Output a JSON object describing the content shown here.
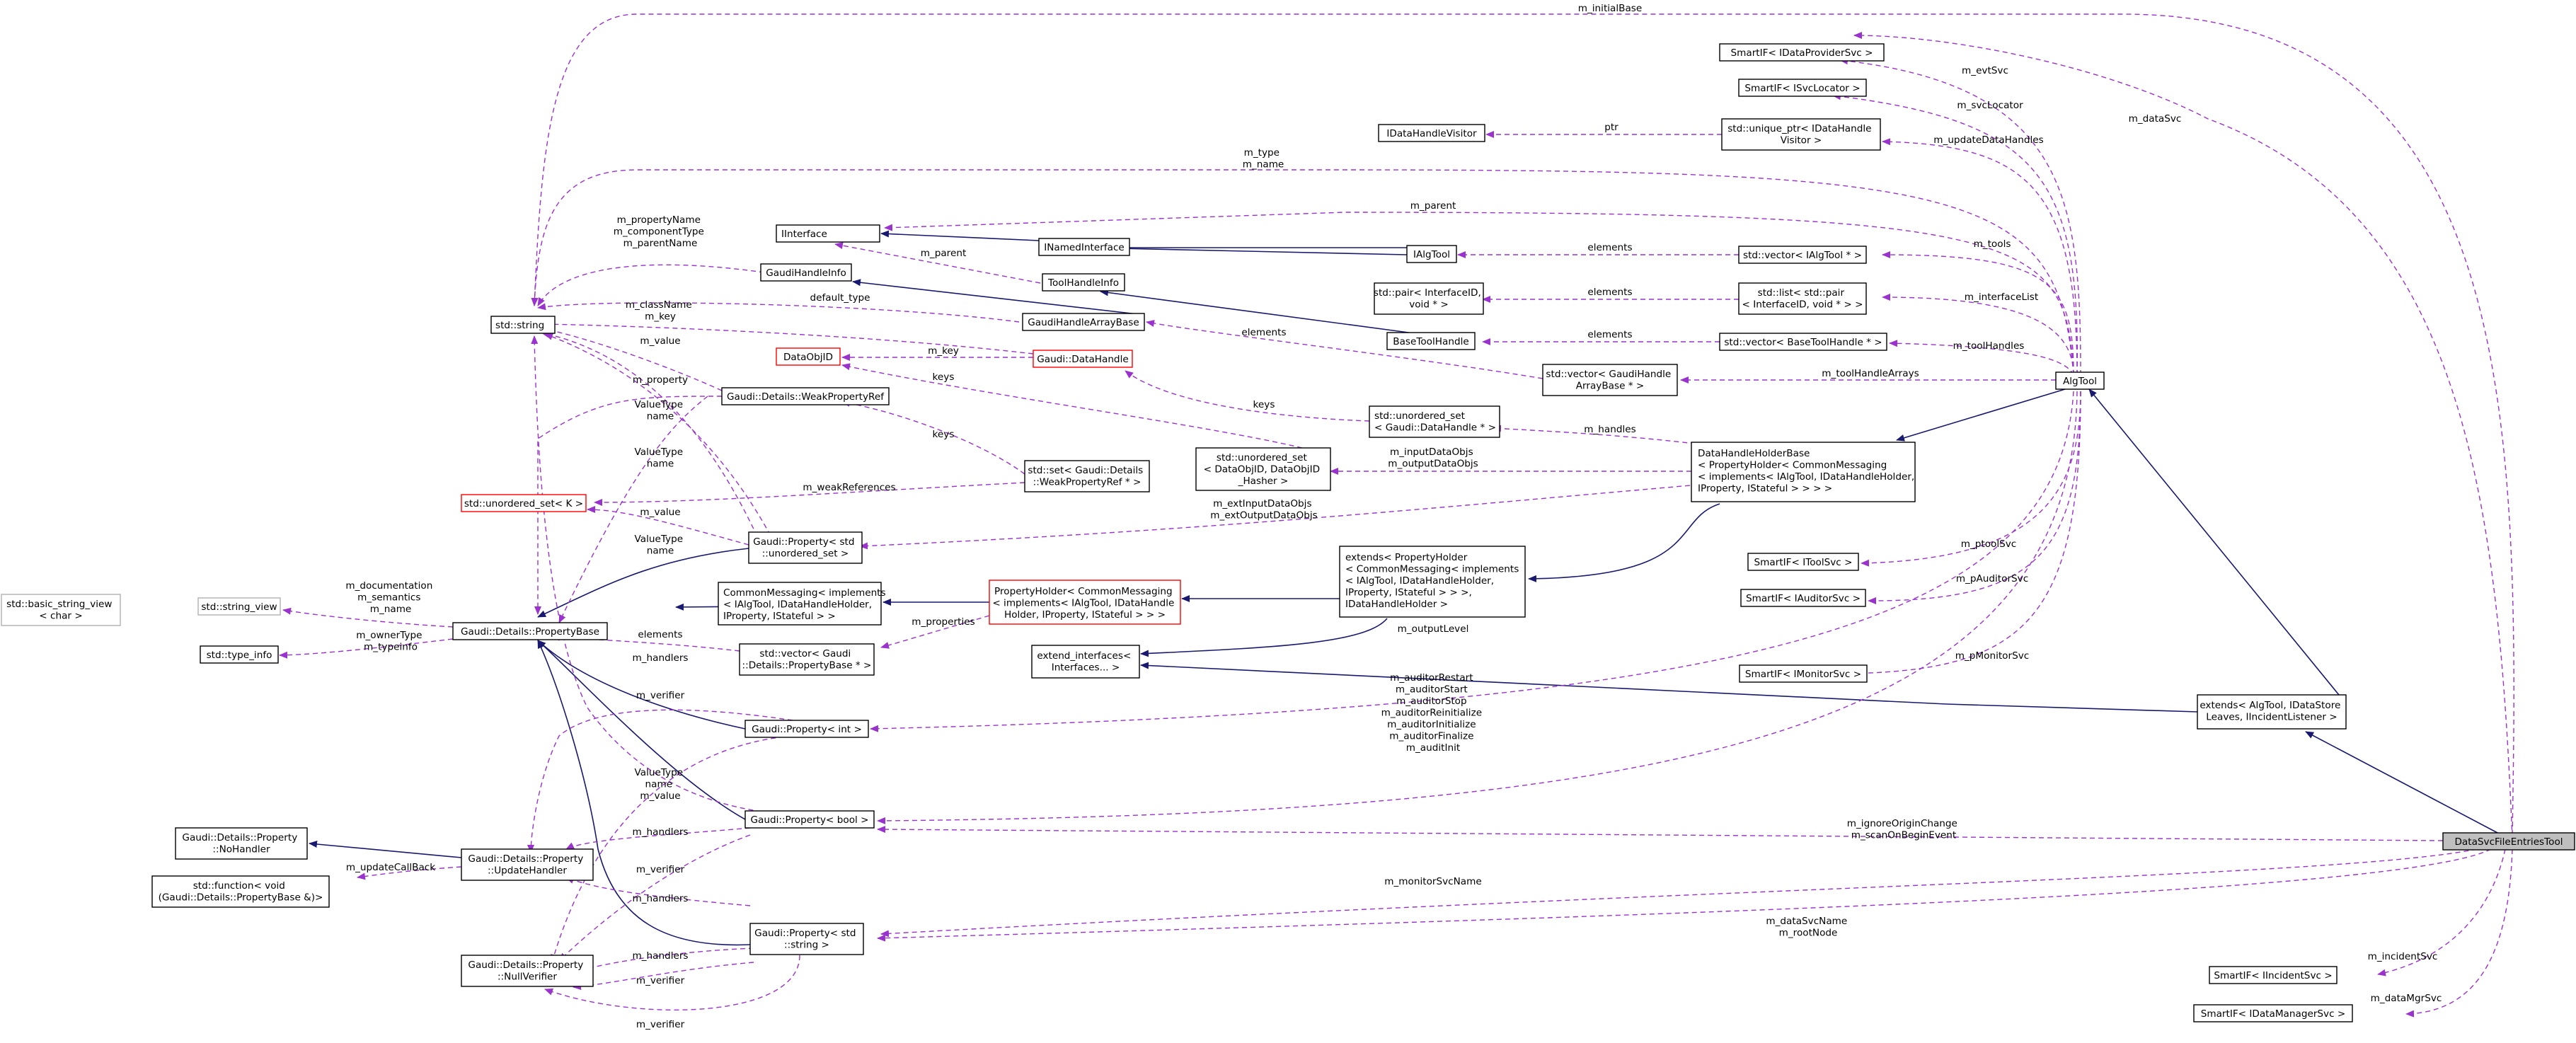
{
  "diagram": {
    "nodes": {
      "DataSvcFileEntriesTool": [
        "DataSvcFileEntriesTool"
      ],
      "extends_AlgTool": [
        "extends< AlgTool, IDataStore",
        "Leaves, IIncidentListener >"
      ],
      "AlgTool": [
        "AlgTool"
      ],
      "DataHandleHolderBase": [
        "DataHandleHolderBase",
        "< PropertyHolder< CommonMessaging",
        "< implements< IAlgTool, IDataHandleHolder,",
        "IProperty, IStateful > > > >"
      ],
      "extends_PropertyHolder": [
        "extends< PropertyHolder",
        "< CommonMessaging< implements",
        "< IAlgTool, IDataHandleHolder,",
        "IProperty, IStateful > > >,",
        "IDataHandleHolder >"
      ],
      "PropertyHolder": [
        "PropertyHolder< CommonMessaging",
        "< implements< IAlgTool, IDataHandle",
        "Holder, IProperty, IStateful > > >"
      ],
      "CommonMessaging": [
        "CommonMessaging< implements",
        "< IAlgTool, IDataHandleHolder,",
        "IProperty, IStateful > >"
      ],
      "extend_interfaces": [
        "extend_interfaces<",
        "Interfaces... >"
      ],
      "IAlgTool": [
        "IAlgTool"
      ],
      "INamedInterface": [
        "INamedInterface"
      ],
      "IInterface": [
        "IInterface"
      ],
      "std_string": [
        "std::string"
      ],
      "GaudiHandleInfo": [
        "GaudiHandleInfo"
      ],
      "ToolHandleInfo": [
        "ToolHandleInfo"
      ],
      "GaudiHandleArrayBase": [
        "GaudiHandleArrayBase"
      ],
      "BaseToolHandle": [
        "BaseToolHandle"
      ],
      "DataObjID": [
        "DataObjID"
      ],
      "Gaudi_DataHandle": [
        "Gaudi::DataHandle"
      ],
      "WeakPropertyRef": [
        "Gaudi::Details::WeakPropertyRef"
      ],
      "unordered_set_K": [
        "std::unordered_set< K >"
      ],
      "basic_string_view": [
        "std::basic_string_view",
        "< char >"
      ],
      "string_view": [
        "std::string_view"
      ],
      "type_info": [
        "std::type_info"
      ],
      "PropertyBase": [
        "Gaudi::Details::PropertyBase"
      ],
      "Property_unordered_set": [
        "Gaudi::Property< std",
        "::unordered_set >"
      ],
      "vector_PropertyBase": [
        "std::vector< Gaudi",
        "::Details::PropertyBase * >"
      ],
      "Property_int": [
        "Gaudi::Property< int >"
      ],
      "Property_bool": [
        "Gaudi::Property< bool >"
      ],
      "Property_string": [
        "Gaudi::Property< std",
        "::string >"
      ],
      "NoHandler": [
        "Gaudi::Details::Property",
        "::NoHandler"
      ],
      "function_void": [
        "std::function< void",
        "(Gaudi::Details::PropertyBase &)>"
      ],
      "UpdateHandler": [
        "Gaudi::Details::Property",
        "::UpdateHandler"
      ],
      "NullVerifier": [
        "Gaudi::Details::Property",
        "::NullVerifier"
      ],
      "set_WeakPropertyRef": [
        "std::set< Gaudi::Details",
        "::WeakPropertyRef * >"
      ],
      "unordered_set_DataObjID": [
        "std::unordered_set",
        "< DataObjID, DataObjID",
        "_Hasher >"
      ],
      "unordered_set_DataHandle": [
        "std::unordered_set",
        "< Gaudi::DataHandle * >"
      ],
      "vector_GaudiHandleArrayBase": [
        "std::vector< GaudiHandle",
        "ArrayBase * >"
      ],
      "vector_BaseToolHandle": [
        "std::vector< BaseToolHandle * >"
      ],
      "list_pair": [
        "std::list< std::pair",
        "< InterfaceID, void * > >"
      ],
      "pair_InterfaceID": [
        "std::pair< InterfaceID,",
        "void * >"
      ],
      "vector_IAlgTool": [
        "std::vector< IAlgTool * >"
      ],
      "IDataHandleVisitor": [
        "IDataHandleVisitor"
      ],
      "unique_ptr": [
        "std::unique_ptr< IDataHandle",
        "Visitor >"
      ],
      "SmartIF_ISvcLocator": [
        "SmartIF< ISvcLocator >"
      ],
      "SmartIF_IDataProviderSvc": [
        "SmartIF< IDataProviderSvc >"
      ],
      "SmartIF_IToolSvc": [
        "SmartIF< IToolSvc >"
      ],
      "SmartIF_IAuditorSvc": [
        "SmartIF< IAuditorSvc >"
      ],
      "SmartIF_IMonitorSvc": [
        "SmartIF< IMonitorSvc >"
      ],
      "SmartIF_IIncidentSvc": [
        "SmartIF< IIncidentSvc >"
      ],
      "SmartIF_IDataManagerSvc": [
        "SmartIF< IDataManagerSvc >"
      ]
    },
    "edge_labels": {
      "m_initialBase": [
        "m_initialBase"
      ],
      "m_dataSvc": [
        "m_dataSvc"
      ],
      "m_evtSvc": [
        "m_evtSvc"
      ],
      "m_svcLocator": [
        "m_svcLocator"
      ],
      "ptr": [
        "ptr"
      ],
      "m_updateDataHandles": [
        "m_updateDataHandles"
      ],
      "m_type_name": [
        "m_type",
        "m_name"
      ],
      "m_parent": [
        "m_parent"
      ],
      "m_tools": [
        "m_tools"
      ],
      "elements_tools": [
        "elements"
      ],
      "m_propertyName": [
        "m_propertyName",
        "m_componentType",
        "m_parentName"
      ],
      "m_parent_ti": [
        "m_parent"
      ],
      "default_type": [
        "default_type"
      ],
      "elements_pair": [
        "elements"
      ],
      "m_interfaceList": [
        "m_interfaceList"
      ],
      "m_className_key": [
        "m_className",
        "m_key"
      ],
      "elements_handles": [
        "elements"
      ],
      "elements_tha": [
        "elements"
      ],
      "m_toolHandles": [
        "m_toolHandles"
      ],
      "m_value_wpr": [
        "m_value"
      ],
      "m_key": [
        "m_key"
      ],
      "m_toolHandleArrays": [
        "m_toolHandleArrays"
      ],
      "m_property": [
        "m_property"
      ],
      "keys_dobj": [
        "keys"
      ],
      "keys_dh": [
        "keys"
      ],
      "m_handles": [
        "m_handles"
      ],
      "vt_name_1": [
        "ValueType",
        "name"
      ],
      "keys_wpr": [
        "keys"
      ],
      "vt_name_2": [
        "ValueType",
        "name"
      ],
      "m_inputDataObjs": [
        "m_inputDataObjs",
        "m_outputDataObjs"
      ],
      "m_weakReferences": [
        "m_weakReferences"
      ],
      "m_extInputDataObjs": [
        "m_extInputDataObjs",
        "m_extOutputDataObjs"
      ],
      "m_value_us": [
        "m_value"
      ],
      "vt_name_3": [
        "ValueType",
        "name"
      ],
      "m_ptoolSvc": [
        "m_ptoolSvc"
      ],
      "m_documentation": [
        "m_documentation",
        "m_semantics",
        "m_name"
      ],
      "m_pAuditorSvc": [
        "m_pAuditorSvc"
      ],
      "m_properties": [
        "m_properties"
      ],
      "m_ownerType": [
        "m_ownerType",
        "m_typeinfo"
      ],
      "elements_vp": [
        "elements"
      ],
      "m_outputLevel": [
        "m_outputLevel"
      ],
      "m_handlers_1": [
        "m_handlers"
      ],
      "m_pMonitorSvc": [
        "m_pMonitorSvc"
      ],
      "m_verifier_1": [
        "m_verifier"
      ],
      "m_auditor": [
        "m_auditorRestart",
        "m_auditorStart",
        "m_auditorStop",
        "m_auditorReinitialize",
        "m_auditorInitialize",
        "m_auditorFinalize",
        "m_auditInit"
      ],
      "vt_name_value": [
        "ValueType",
        "name",
        "m_value"
      ],
      "m_ignoreOrigin": [
        "m_ignoreOriginChange",
        "m_scanOnBeginEvent"
      ],
      "m_handlers_2": [
        "m_handlers"
      ],
      "m_updateCallBack": [
        "m_updateCallBack"
      ],
      "m_verifier_2": [
        "m_verifier"
      ],
      "m_monitorSvcName": [
        "m_monitorSvcName"
      ],
      "m_handlers_3": [
        "m_handlers"
      ],
      "m_dataSvcName": [
        "m_dataSvcName",
        "m_rootNode"
      ],
      "m_incidentSvc": [
        "m_incidentSvc"
      ],
      "m_handlers_4": [
        "m_handlers"
      ],
      "m_verifier_3": [
        "m_verifier"
      ],
      "m_dataMgrSvc": [
        "m_dataMgrSvc"
      ],
      "m_verifier_4": [
        "m_verifier"
      ]
    }
  }
}
